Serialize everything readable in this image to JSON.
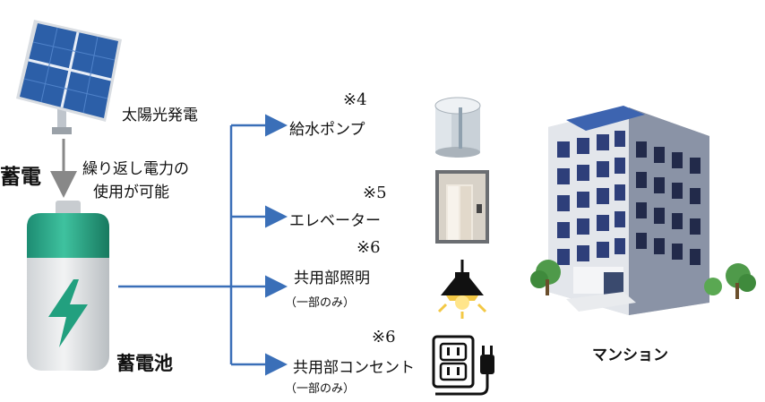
{
  "labels": {
    "solar": "太陽光発電",
    "storage_left": "蓄電",
    "repeat_line1": "繰り返し電力の",
    "repeat_line2": "使用が可能",
    "battery": "蓄電池",
    "building": "マンション"
  },
  "outputs": [
    {
      "note": "※4",
      "label": "給水ポンプ",
      "sub": ""
    },
    {
      "note": "※5",
      "label": "エレベーター",
      "sub": ""
    },
    {
      "note": "※6",
      "label": "共用部照明",
      "sub": "（一部のみ）"
    },
    {
      "note": "※6",
      "label": "共用部コンセント",
      "sub": "（一部のみ）"
    }
  ],
  "colors": {
    "arrow": "#3a6fb8",
    "battery_green": "#2aa386",
    "solar_blue": "#2c5fa8"
  },
  "icons": [
    "solar-panel-icon",
    "battery-icon",
    "water-tank-icon",
    "elevator-icon",
    "ceiling-lamp-icon",
    "outlet-plug-icon",
    "apartment-building-icon"
  ]
}
